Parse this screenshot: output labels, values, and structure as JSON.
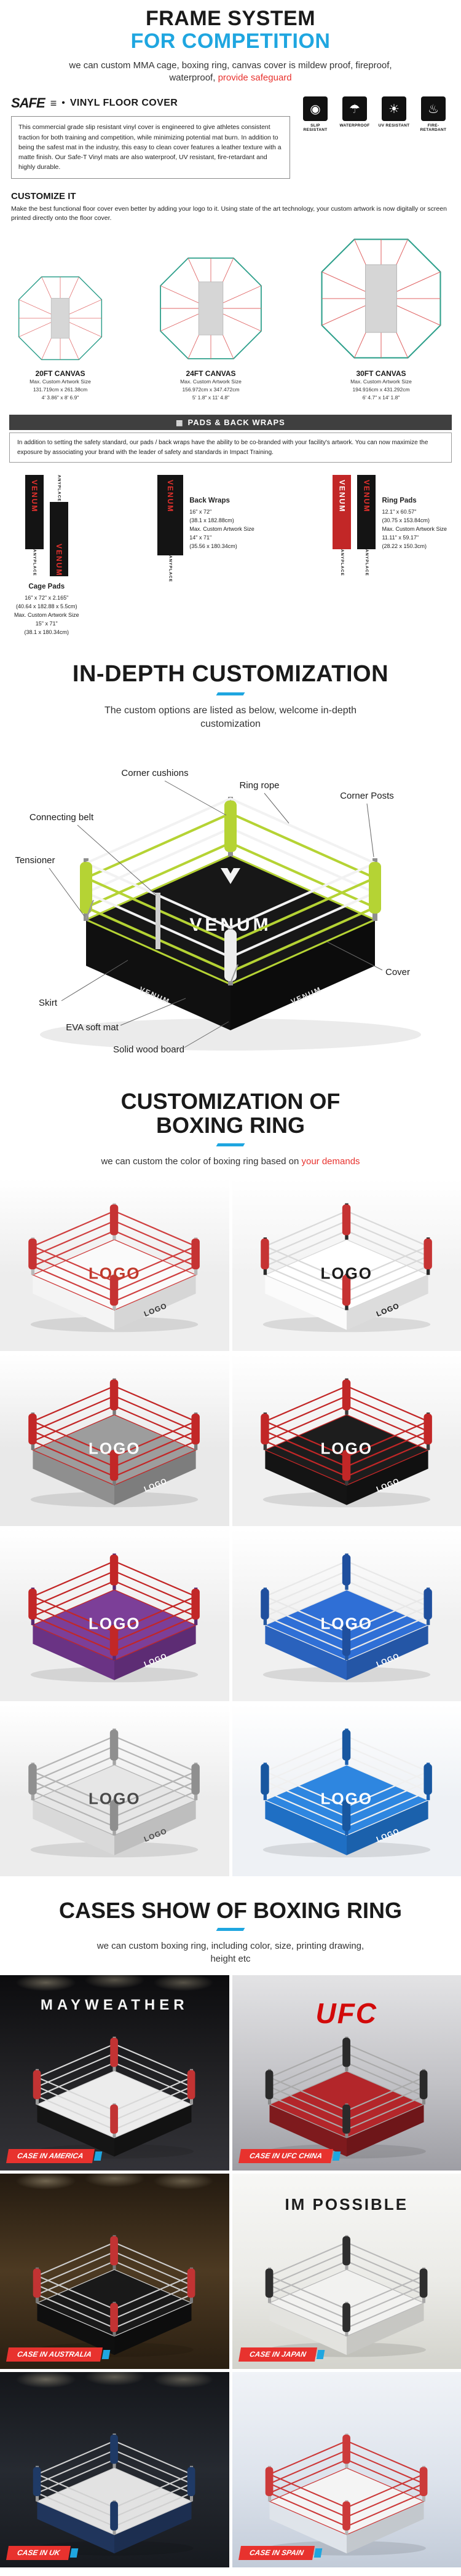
{
  "accent_colors": {
    "blue": "#1fa6e0",
    "red": "#e8322e",
    "venum_green": "#b5d334"
  },
  "hero": {
    "title_line1": "FRAME SYSTEM",
    "title_line2": "FOR COMPETITION",
    "subtitle_text": "we can custom  MMA cage, boxing ring, canvas cover is mildew proof, fireproof, waterproof,",
    "subtitle_highlight": "provide safeguard"
  },
  "floor_cover": {
    "brand": "SAFE",
    "brand_bars": "≡",
    "bullet": "•",
    "heading": "VINYL FLOOR COVER",
    "description": "This commercial grade slip resistant vinyl cover is engineered to give athletes consistent traction for both training and competition, while minimizing potential mat burn. In addition to being the safest mat in the industry, this easy to clean cover features a leather texture with a matte finish. Our Safe-T Vinyl mats are also waterproof, UV resistant, fire-retardant and highly durable.",
    "badges": [
      {
        "icon": "◉",
        "label": "SLIP RESISTANT"
      },
      {
        "icon": "☂",
        "label": "WATERPROOF"
      },
      {
        "icon": "☀",
        "label": "UV RESISTANT"
      },
      {
        "icon": "♨",
        "label": "FIRE-RETARDANT"
      }
    ]
  },
  "customize": {
    "heading": "CUSTOMIZE IT",
    "description": "Make the best functional floor cover even better by adding your logo to it. Using state of the art technology, your custom artwork is now digitally or screen printed directly onto the floor cover.",
    "canvases": [
      {
        "name": "20FT CANVAS",
        "note": "Max. Custom Artwork Size",
        "size_cm": "131.719cm x 261.38cm",
        "size_ft": "4' 3.86\" x 8' 6.9\""
      },
      {
        "name": "24FT CANVAS",
        "note": "Max. Custom Artwork Size",
        "size_cm": "156.972cm x 347.472cm",
        "size_ft": "5' 1.8\" x 11' 4.8\""
      },
      {
        "name": "30FT CANVAS",
        "note": "Max. Custom Artwork Size",
        "size_cm": "194.916cm x 431.292cm",
        "size_ft": "6' 4.7\" x 14' 1.8\""
      }
    ]
  },
  "pads": {
    "bar_icon": "▦",
    "bar_title": "PADS & BACK WRAPS",
    "description": "In addition to setting the safety standard, our pads / back wraps have the ability to be co-branded with your facility's artwork. You can now maximize the exposure by associating your brand with the leader of safety and standards in Impact Training.",
    "strip_brand": "VENUM",
    "strip_brand_alt": "ANYPLACE",
    "items": [
      {
        "name": "Cage Pads",
        "lines": [
          "16\" x 72\" x 2.165\"",
          "(40.64 x 182.88 x 5.5cm)",
          "Max. Custom Artwork Size",
          "15\" x 71\"",
          "(38.1 x 180.34cm)"
        ]
      },
      {
        "name": "Back Wraps",
        "lines": [
          "16\" x 72\"",
          "(38.1 x 182.88cm)",
          "Max. Custom Artwork Size",
          "14\" x 71\"",
          "(35.56 x 180.34cm)"
        ]
      },
      {
        "name": "Ring Pads",
        "lines": [
          "12.1\" x 60.57\"",
          "(30.75 x 153.84cm)",
          "Max. Custom Artwork Size",
          "11.11\" x 59.17\"",
          "(28.22 x 150.3cm)"
        ]
      }
    ]
  },
  "in_depth": {
    "heading": "IN-DEPTH CUSTOMIZATION",
    "subtitle": "The custom options are listed as below, welcome in-depth customization",
    "ring_brand": "VENUM",
    "labels": [
      "Corner cushions",
      "Ring rope",
      "Corner Posts",
      "Connecting belt",
      "Tensioner",
      "Cover",
      "Skirt",
      "EVA soft mat",
      "Solid wood board"
    ]
  },
  "custom_rings": {
    "heading_line1": "CUSTOMIZATION OF",
    "heading_line2": "BOXING RING",
    "subtitle_text": "we can custom the color of boxing ring based on",
    "subtitle_highlight": "your demands",
    "logo_text": "LOGO",
    "items": [
      {
        "bg": "#ededed",
        "canvas": "#fafafa",
        "skirt": "#f4f4f4",
        "rope": "#cf4040",
        "pad": "#c63333",
        "post": "#b9b9b9",
        "logocv": "#c0392b",
        "logosk": "#333333"
      },
      {
        "bg": "#f2f2f2",
        "canvas": "#ffffff",
        "skirt": "#fbfbfb",
        "rope": "#d9d9d9",
        "pad": "#c63333",
        "post": "#2b2b2b",
        "logocv": "#1b1b1b",
        "logosk": "#1b1b1b"
      },
      {
        "bg": "#e9e9e9",
        "canvas": "#9d9d9d",
        "skirt": "#8f8f8f",
        "rope": "#c22727",
        "pad": "#c22727",
        "post": "#7a7a7a",
        "logocv": "#ffffff",
        "logosk": "#ffffff"
      },
      {
        "bg": "#efefef",
        "canvas": "#1d1d1d",
        "skirt": "#141414",
        "rope": "#c22727",
        "pad": "#c22727",
        "post": "#3a3a3a",
        "logocv": "#ffffff",
        "logosk": "#ffffff"
      },
      {
        "bg": "#ededed",
        "canvas": "#7c3f98",
        "skirt": "#6a3384",
        "rope": "#c22727",
        "pad": "#c22727",
        "post": "#5a2a72",
        "logocv": "#ffffff",
        "logosk": "#ffffff"
      },
      {
        "bg": "#f0f0f0",
        "canvas": "#2f6fd6",
        "skirt": "#2a62bd",
        "rope": "#e8e8e8",
        "pad": "#1f4f9e",
        "post": "#24579f",
        "logocv": "#ffffff",
        "logosk": "#ffffff"
      },
      {
        "bg": "#ececec",
        "canvas": "#e6e6e6",
        "skirt": "#d9d9d9",
        "rope": "#b5b5b5",
        "pad": "#8f8f8f",
        "post": "#a5a5a5",
        "logocv": "#4a4a4a",
        "logosk": "#4a4a4a"
      },
      {
        "bg": "#eef1f5",
        "canvas": "#2e86e0",
        "skirt": "#1f6fc4",
        "rope": "#f0f0f0",
        "pad": "#1857a0",
        "post": "#1b5faf",
        "logocv": "#ffffff",
        "logosk": "#ffffff"
      }
    ]
  },
  "cases": {
    "heading": "CASES SHOW OF BOXING RING",
    "subtitle": "we can custom boxing ring, including color, size, printing drawing, height etc",
    "items": [
      {
        "label": "CASE IN AMERICA",
        "wall_text": "MAYWEATHER"
      },
      {
        "label": "CASE IN UFC CHINA",
        "wall_text": "UFC"
      },
      {
        "label": "CASE IN AUSTRALIA",
        "wall_text": ""
      },
      {
        "label": "CASE IN JAPAN",
        "wall_text": "IM POSSIBLE"
      },
      {
        "label": "CASE IN UK",
        "wall_text": ""
      },
      {
        "label": "CASE IN SPAIN",
        "wall_text": ""
      }
    ]
  }
}
